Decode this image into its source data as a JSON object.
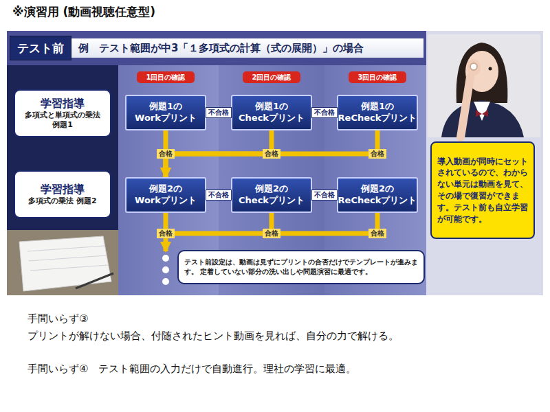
{
  "diagram": {
    "title": "※演習用 (動画視聴任意型)",
    "nodes": [
      {
        "text": [
          "テスト前"
        ]
      },
      {
        "text": [
          "例　テスト範囲が中3「１多項式の計算（式の展開）」の場合"
        ]
      },
      {
        "text": [
          "1回目の確認"
        ]
      },
      {
        "text": [
          "2回目の確認"
        ]
      },
      {
        "text": [
          "3回目の確認"
        ]
      },
      {
        "text": [
          "学習指導",
          "多項式と単項式の乗法 例題1"
        ]
      },
      {
        "text": [
          "例題1の Workプリント"
        ]
      },
      {
        "text": [
          "例題1の Checkプリント"
        ]
      },
      {
        "text": [
          "例題1の ReCheckプリント"
        ]
      },
      {
        "text": [
          "学習指導",
          "多項式の乗法 例題2"
        ]
      },
      {
        "text": [
          "例題2の Workプリント"
        ]
      },
      {
        "text": [
          "例題2の Checkプリント"
        ]
      },
      {
        "text": [
          "例題2の ReCheckプリント"
        ]
      },
      {
        "text": [
          "テスト前設定は、動画は見ずにプリントの合否だけでテンプレートが進みます。 定着していない部分の洗い出しや問題演習に最適です。"
        ]
      },
      {
        "text": [
          "導入動画が同時にセットされているので、わからない単元は動画を見て、その場で復習ができます。テスト前も自立学習が可能です。"
        ]
      }
    ],
    "edges": [
      {
        "from": 6,
        "to": 7,
        "label": "不合格",
        "arrow": "to"
      },
      {
        "from": 7,
        "to": 8,
        "label": "不合格",
        "arrow": "to"
      },
      {
        "from": 6,
        "to": 10,
        "label": "合格",
        "arrow": "to"
      },
      {
        "from": 7,
        "to": 10,
        "label": "合格",
        "arrow": "to"
      },
      {
        "from": 8,
        "to": 10,
        "label": "合格",
        "arrow": "to"
      },
      {
        "from": 10,
        "to": 11,
        "label": "不合格",
        "arrow": "to"
      },
      {
        "from": 11,
        "to": 12,
        "label": "不合格",
        "arrow": "to"
      }
    ],
    "labels": [
      "合格",
      "合格",
      "合格",
      "手間いらず③",
      "プリントが解けない場合、付随されたヒント動画を見れば、自分の力で解ける。",
      "手間いらず④　テスト範囲の入力だけで自動進行。理社の学習に最適。"
    ]
  }
}
